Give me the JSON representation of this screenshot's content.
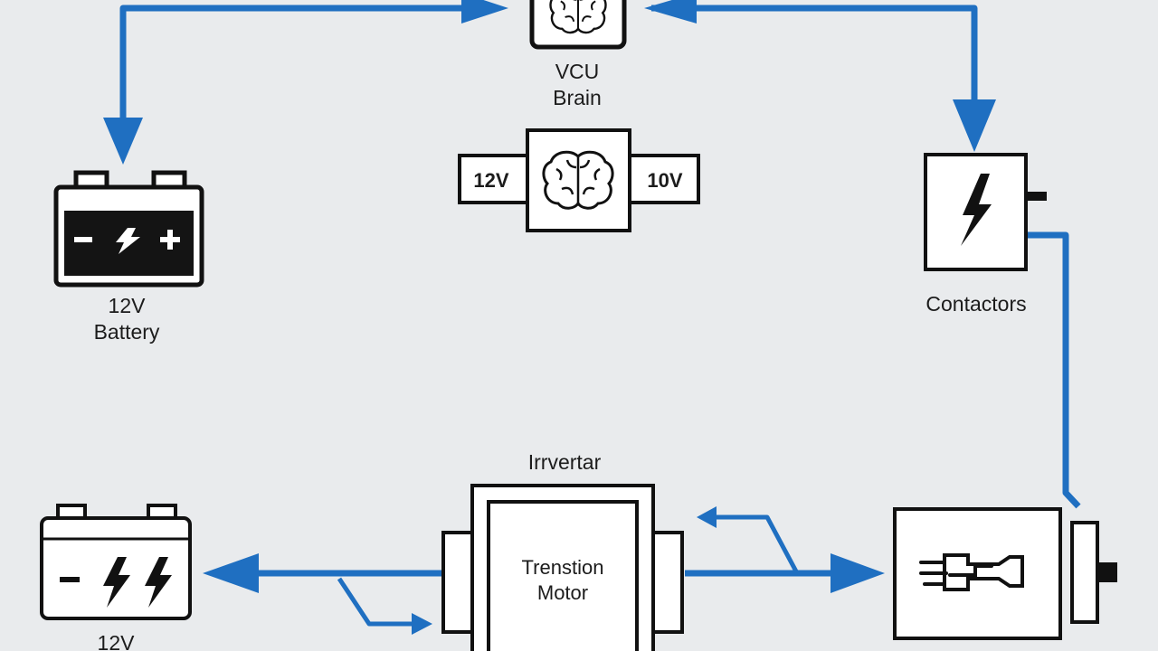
{
  "diagram": {
    "vcu": {
      "line1": "VCU",
      "line2": "Brain"
    },
    "brain_module": {
      "left_label": "12V",
      "right_label": "10V"
    },
    "battery_top": {
      "line1": "12V",
      "line2": "Battery"
    },
    "contactors": {
      "label": "Contactors"
    },
    "inverter": {
      "label": "Irrvertar"
    },
    "motor": {
      "line1": "Trenstion",
      "line2": "Motor"
    },
    "battery_bottom": {
      "line1": "12V"
    }
  },
  "colors": {
    "wire": "#1f6fc1",
    "background": "#e9ebed",
    "ink": "#111111"
  },
  "icons": [
    "brain-icon",
    "battery-icon",
    "lightning-icon",
    "motor-icon",
    "converter-icon"
  ]
}
